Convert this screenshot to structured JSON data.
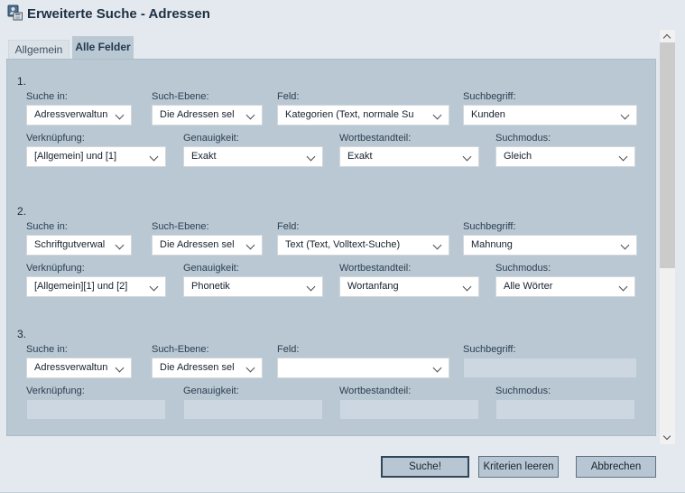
{
  "window": {
    "title": "Erweiterte Suche - Adressen"
  },
  "tabs": [
    {
      "label": "Allgemein",
      "active": false
    },
    {
      "label": "Alle Felder",
      "active": true
    }
  ],
  "field_labels": {
    "suche_in": "Suche in:",
    "such_ebene": "Such-Ebene:",
    "feld": "Feld:",
    "suchbegriff": "Suchbegriff:",
    "verknuepfung": "Verknüpfung:",
    "genauigkeit": "Genauigkeit:",
    "wortbestandteil": "Wortbestandteil:",
    "suchmodus": "Suchmodus:"
  },
  "sections": [
    {
      "number": "1.",
      "suche_in": "Adressverwaltun",
      "such_ebene": "Die Adressen sel",
      "feld": "Kategorien (Text, normale Su",
      "suchbegriff": "Kunden",
      "verknuepfung": "[Allgemein] und [1]",
      "genauigkeit": "Exakt",
      "wortbestandteil": "Exakt",
      "suchmodus": "Gleich"
    },
    {
      "number": "2.",
      "suche_in": "Schriftgutverwal",
      "such_ebene": "Die Adressen sel",
      "feld": "Text (Text, Volltext-Suche)",
      "suchbegriff": "Mahnung",
      "verknuepfung": "[Allgemein][1] und [2]",
      "genauigkeit": "Phonetik",
      "wortbestandteil": "Wortanfang",
      "suchmodus": "Alle Wörter"
    },
    {
      "number": "3.",
      "suche_in": "Adressverwaltun",
      "such_ebene": "Die Adressen sel",
      "feld": "",
      "suchbegriff": "",
      "verknuepfung": "",
      "genauigkeit": "",
      "wortbestandteil": "",
      "suchmodus": ""
    }
  ],
  "buttons": {
    "suche": "Suche!",
    "kriterien_leeren": "Kriterien leeren",
    "abbrechen": "Abbrechen"
  },
  "icons": {
    "title_icon": "address-book-save-icon",
    "combo_arrow": "chevron-down-icon",
    "scroll_up": "chevron-up-icon",
    "scroll_down": "chevron-down-icon"
  },
  "colors": {
    "window_bg": "#e3e9ee",
    "panel_bg": "#b9c8d3",
    "combo_bg": "#ffffff",
    "disabled_field_bg": "#ccd7e1",
    "button_bg": "#b7c6d2",
    "title_text": "#1e2f42",
    "label_text": "#2c3e50",
    "scrollbar_thumb": "#cbcbcb",
    "scrollbar_track": "#f0f0f0"
  }
}
